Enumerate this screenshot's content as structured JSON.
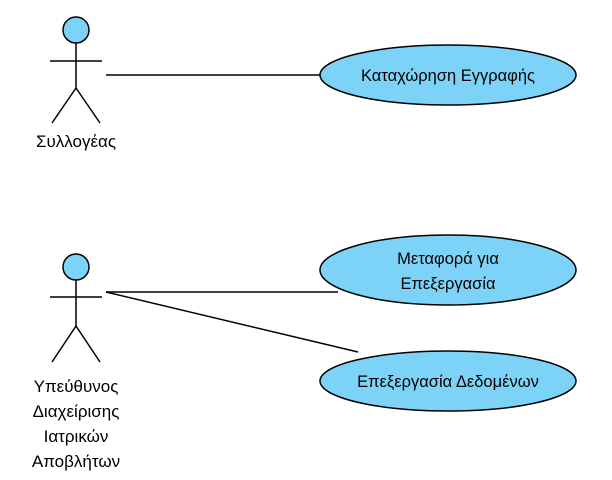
{
  "colors": {
    "fill": "#7dd3f7",
    "stroke": "#000000",
    "background": "#ffffff"
  },
  "actors": [
    {
      "id": "collector",
      "label_lines": [
        "Συλλογέας"
      ]
    },
    {
      "id": "manager",
      "label_lines": [
        "Υπεύθυνος",
        "Διαχείρισης",
        "Ιατρικών",
        "Αποβλήτων"
      ]
    }
  ],
  "use_cases": [
    {
      "id": "register",
      "label_lines": [
        "Καταχώρηση Εγγραφής"
      ]
    },
    {
      "id": "transfer",
      "label_lines": [
        "Μεταφορά για",
        "Επεξεργασία"
      ]
    },
    {
      "id": "process",
      "label_lines": [
        "Επεξεργασία Δεδομένων"
      ]
    }
  ],
  "associations": [
    {
      "from": "collector",
      "to": "register"
    },
    {
      "from": "manager",
      "to": "transfer"
    },
    {
      "from": "manager",
      "to": "process"
    }
  ]
}
